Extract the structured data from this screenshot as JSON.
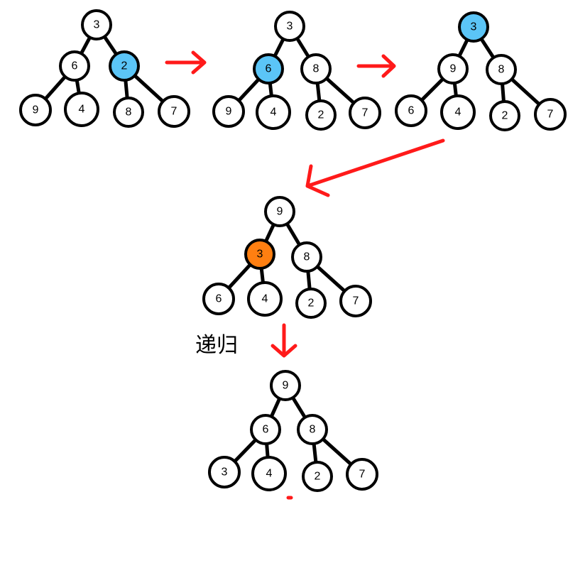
{
  "diagram": {
    "recursion_label": "递归",
    "colors": {
      "node_default": "#ffffff",
      "node_highlight_blue": "#5bc5f7",
      "node_highlight_orange": "#ff7f11",
      "edge": "#000000",
      "arrow": "#ff1a1a"
    },
    "steps": [
      {
        "nodes": [
          {
            "label": "3",
            "fill": "default"
          },
          {
            "label": "6",
            "fill": "default"
          },
          {
            "label": "2",
            "fill": "blue"
          },
          {
            "label": "9",
            "fill": "default"
          },
          {
            "label": "4",
            "fill": "default"
          },
          {
            "label": "8",
            "fill": "default"
          },
          {
            "label": "7",
            "fill": "default"
          }
        ]
      },
      {
        "nodes": [
          {
            "label": "3",
            "fill": "default"
          },
          {
            "label": "6",
            "fill": "blue"
          },
          {
            "label": "8",
            "fill": "default"
          },
          {
            "label": "9",
            "fill": "default"
          },
          {
            "label": "4",
            "fill": "default"
          },
          {
            "label": "2",
            "fill": "default"
          },
          {
            "label": "7",
            "fill": "default"
          }
        ]
      },
      {
        "nodes": [
          {
            "label": "3",
            "fill": "blue"
          },
          {
            "label": "9",
            "fill": "default"
          },
          {
            "label": "8",
            "fill": "default"
          },
          {
            "label": "6",
            "fill": "default"
          },
          {
            "label": "4",
            "fill": "default"
          },
          {
            "label": "2",
            "fill": "default"
          },
          {
            "label": "7",
            "fill": "default"
          }
        ]
      },
      {
        "nodes": [
          {
            "label": "9",
            "fill": "default"
          },
          {
            "label": "3",
            "fill": "orange"
          },
          {
            "label": "8",
            "fill": "default"
          },
          {
            "label": "6",
            "fill": "default"
          },
          {
            "label": "4",
            "fill": "default"
          },
          {
            "label": "2",
            "fill": "default"
          },
          {
            "label": "7",
            "fill": "default"
          }
        ]
      },
      {
        "nodes": [
          {
            "label": "9",
            "fill": "default"
          },
          {
            "label": "6",
            "fill": "default"
          },
          {
            "label": "8",
            "fill": "default"
          },
          {
            "label": "3",
            "fill": "default"
          },
          {
            "label": "4",
            "fill": "default"
          },
          {
            "label": "2",
            "fill": "default"
          },
          {
            "label": "7",
            "fill": "default"
          }
        ]
      }
    ]
  }
}
